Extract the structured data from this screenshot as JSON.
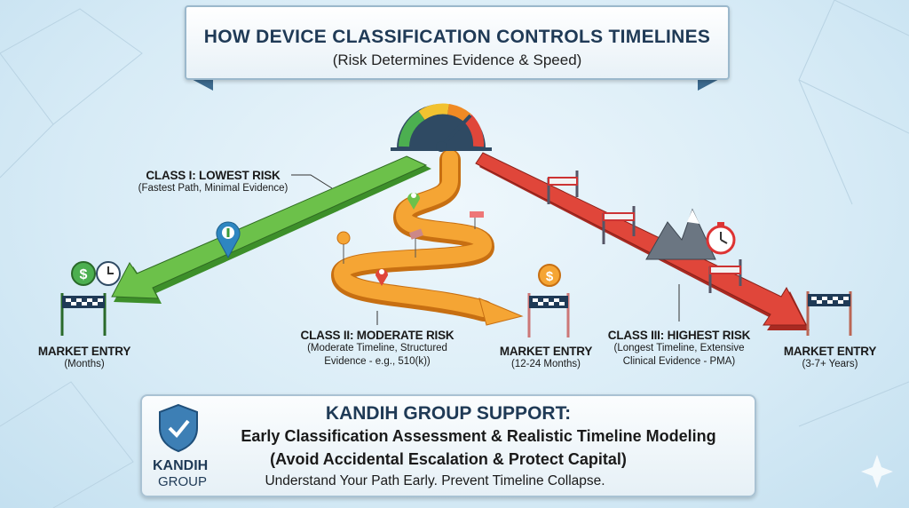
{
  "banner": {
    "title": "HOW DEVICE CLASSIFICATION CONTROLS TIMELINES",
    "subtitle": "(Risk Determines Evidence & Speed)"
  },
  "class1": {
    "title": "CLASS I: LOWEST RISK",
    "desc": "(Fastest Path, Minimal Evidence)",
    "entry": "MARKET ENTRY",
    "time": "(Months)",
    "color": "#5cb83c"
  },
  "class2": {
    "title": "CLASS II: MODERATE RISK",
    "desc1": "(Moderate Timeline, Structured",
    "desc2": "Evidence - e.g., 510(k))",
    "entry": "MARKET ENTRY",
    "time": "(12-24 Months)",
    "color": "#f39a2a"
  },
  "class3": {
    "title": "CLASS III: HIGHEST RISK",
    "desc1": "(Longest Timeline, Extensive",
    "desc2": "Clinical Evidence - PMA)",
    "entry": "MARKET ENTRY",
    "time": "(3-7+ Years)",
    "color": "#e0463a"
  },
  "support": {
    "title": "KANDIH GROUP SUPPORT:",
    "line1": "Early Classification Assessment & Realistic Timeline Modeling",
    "line2": "(Avoid Accidental Escalation & Protect Capital)",
    "line3": "Understand Your Path Early. Prevent Timeline Collapse.",
    "logo_name": "KANDIH",
    "logo_sub": "GROUP"
  }
}
